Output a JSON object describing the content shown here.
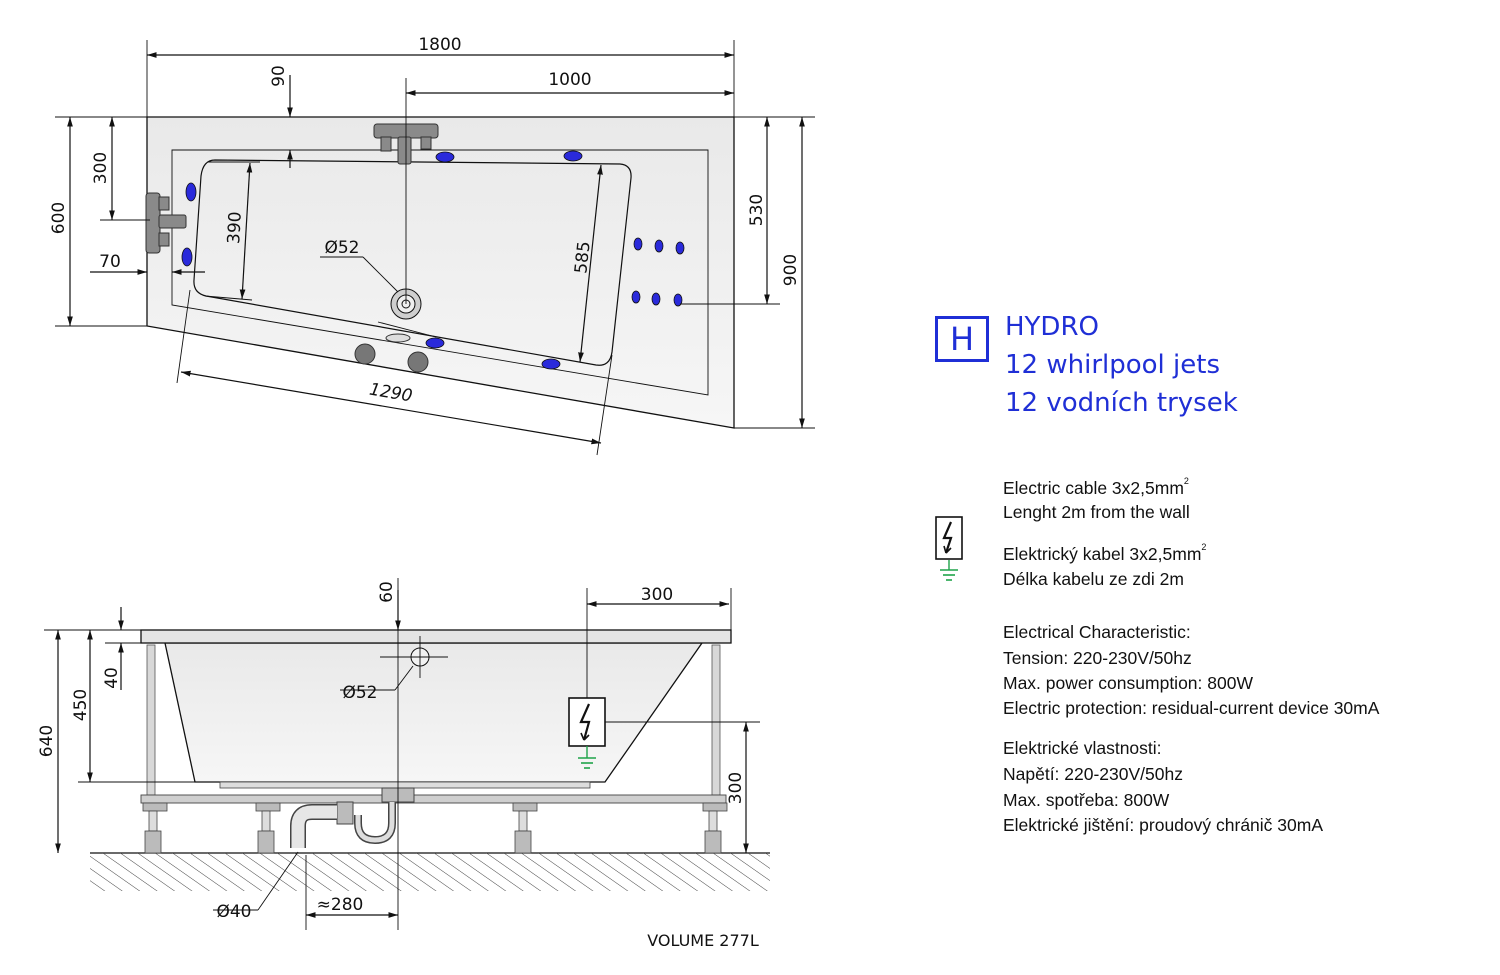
{
  "top_view": {
    "dim_total_length": "1800",
    "dim_drain_offset": "1000",
    "dim_rim_top": "90",
    "dim_armrest": "300",
    "dim_width_left": "600",
    "dim_mixer_offset": "70",
    "dim_inner_width": "390",
    "dim_drain_dia": "Ø52",
    "dim_inner_right": "585",
    "dim_right_530": "530",
    "dim_right_900": "900",
    "dim_diagonal": "1290"
  },
  "side_view": {
    "dim_rim_60": "60",
    "dim_drain_300": "300",
    "dim_rim_40": "40",
    "dim_depth_450": "450",
    "dim_height_640": "640",
    "dim_overflow_dia": "Ø52",
    "dim_box_height_300": "300",
    "dim_waste_dia": "Ø40",
    "dim_waste_280": "≈280",
    "volume": "VOLUME 277L"
  },
  "hydro": {
    "badge": "H",
    "line1": "HYDRO",
    "line2": "12 whirlpool jets",
    "line3": "12 vodních trysek"
  },
  "electric": {
    "cable_en": "Electric cable 3x2,5mm",
    "cable_en_sup": "2",
    "length_en": "Lenght 2m from the wall",
    "cable_cz": "Elektrický kabel 3x2,5mm",
    "cable_cz_sup": "2",
    "length_cz": "Délka kabelu ze zdi 2m",
    "char_en_title": "Electrical Characteristic:",
    "char_en_tension": "Tension: 220-230V/50hz",
    "char_en_power": "Max. power consumption: 800W",
    "char_en_protection": "Electric protection: residual-current device 30mA",
    "char_cz_title": "Elektrické vlastnosti:",
    "char_cz_tension": "Napětí: 220-230V/50hz",
    "char_cz_power": "Max. spotřeba: 800W",
    "char_cz_protection": "Elektrické jištění: proudový chránič 30mA"
  },
  "colors": {
    "accent_blue": "#1f2fd6",
    "jet_blue": "#2a2adb",
    "ground_green": "#1fa34a"
  }
}
